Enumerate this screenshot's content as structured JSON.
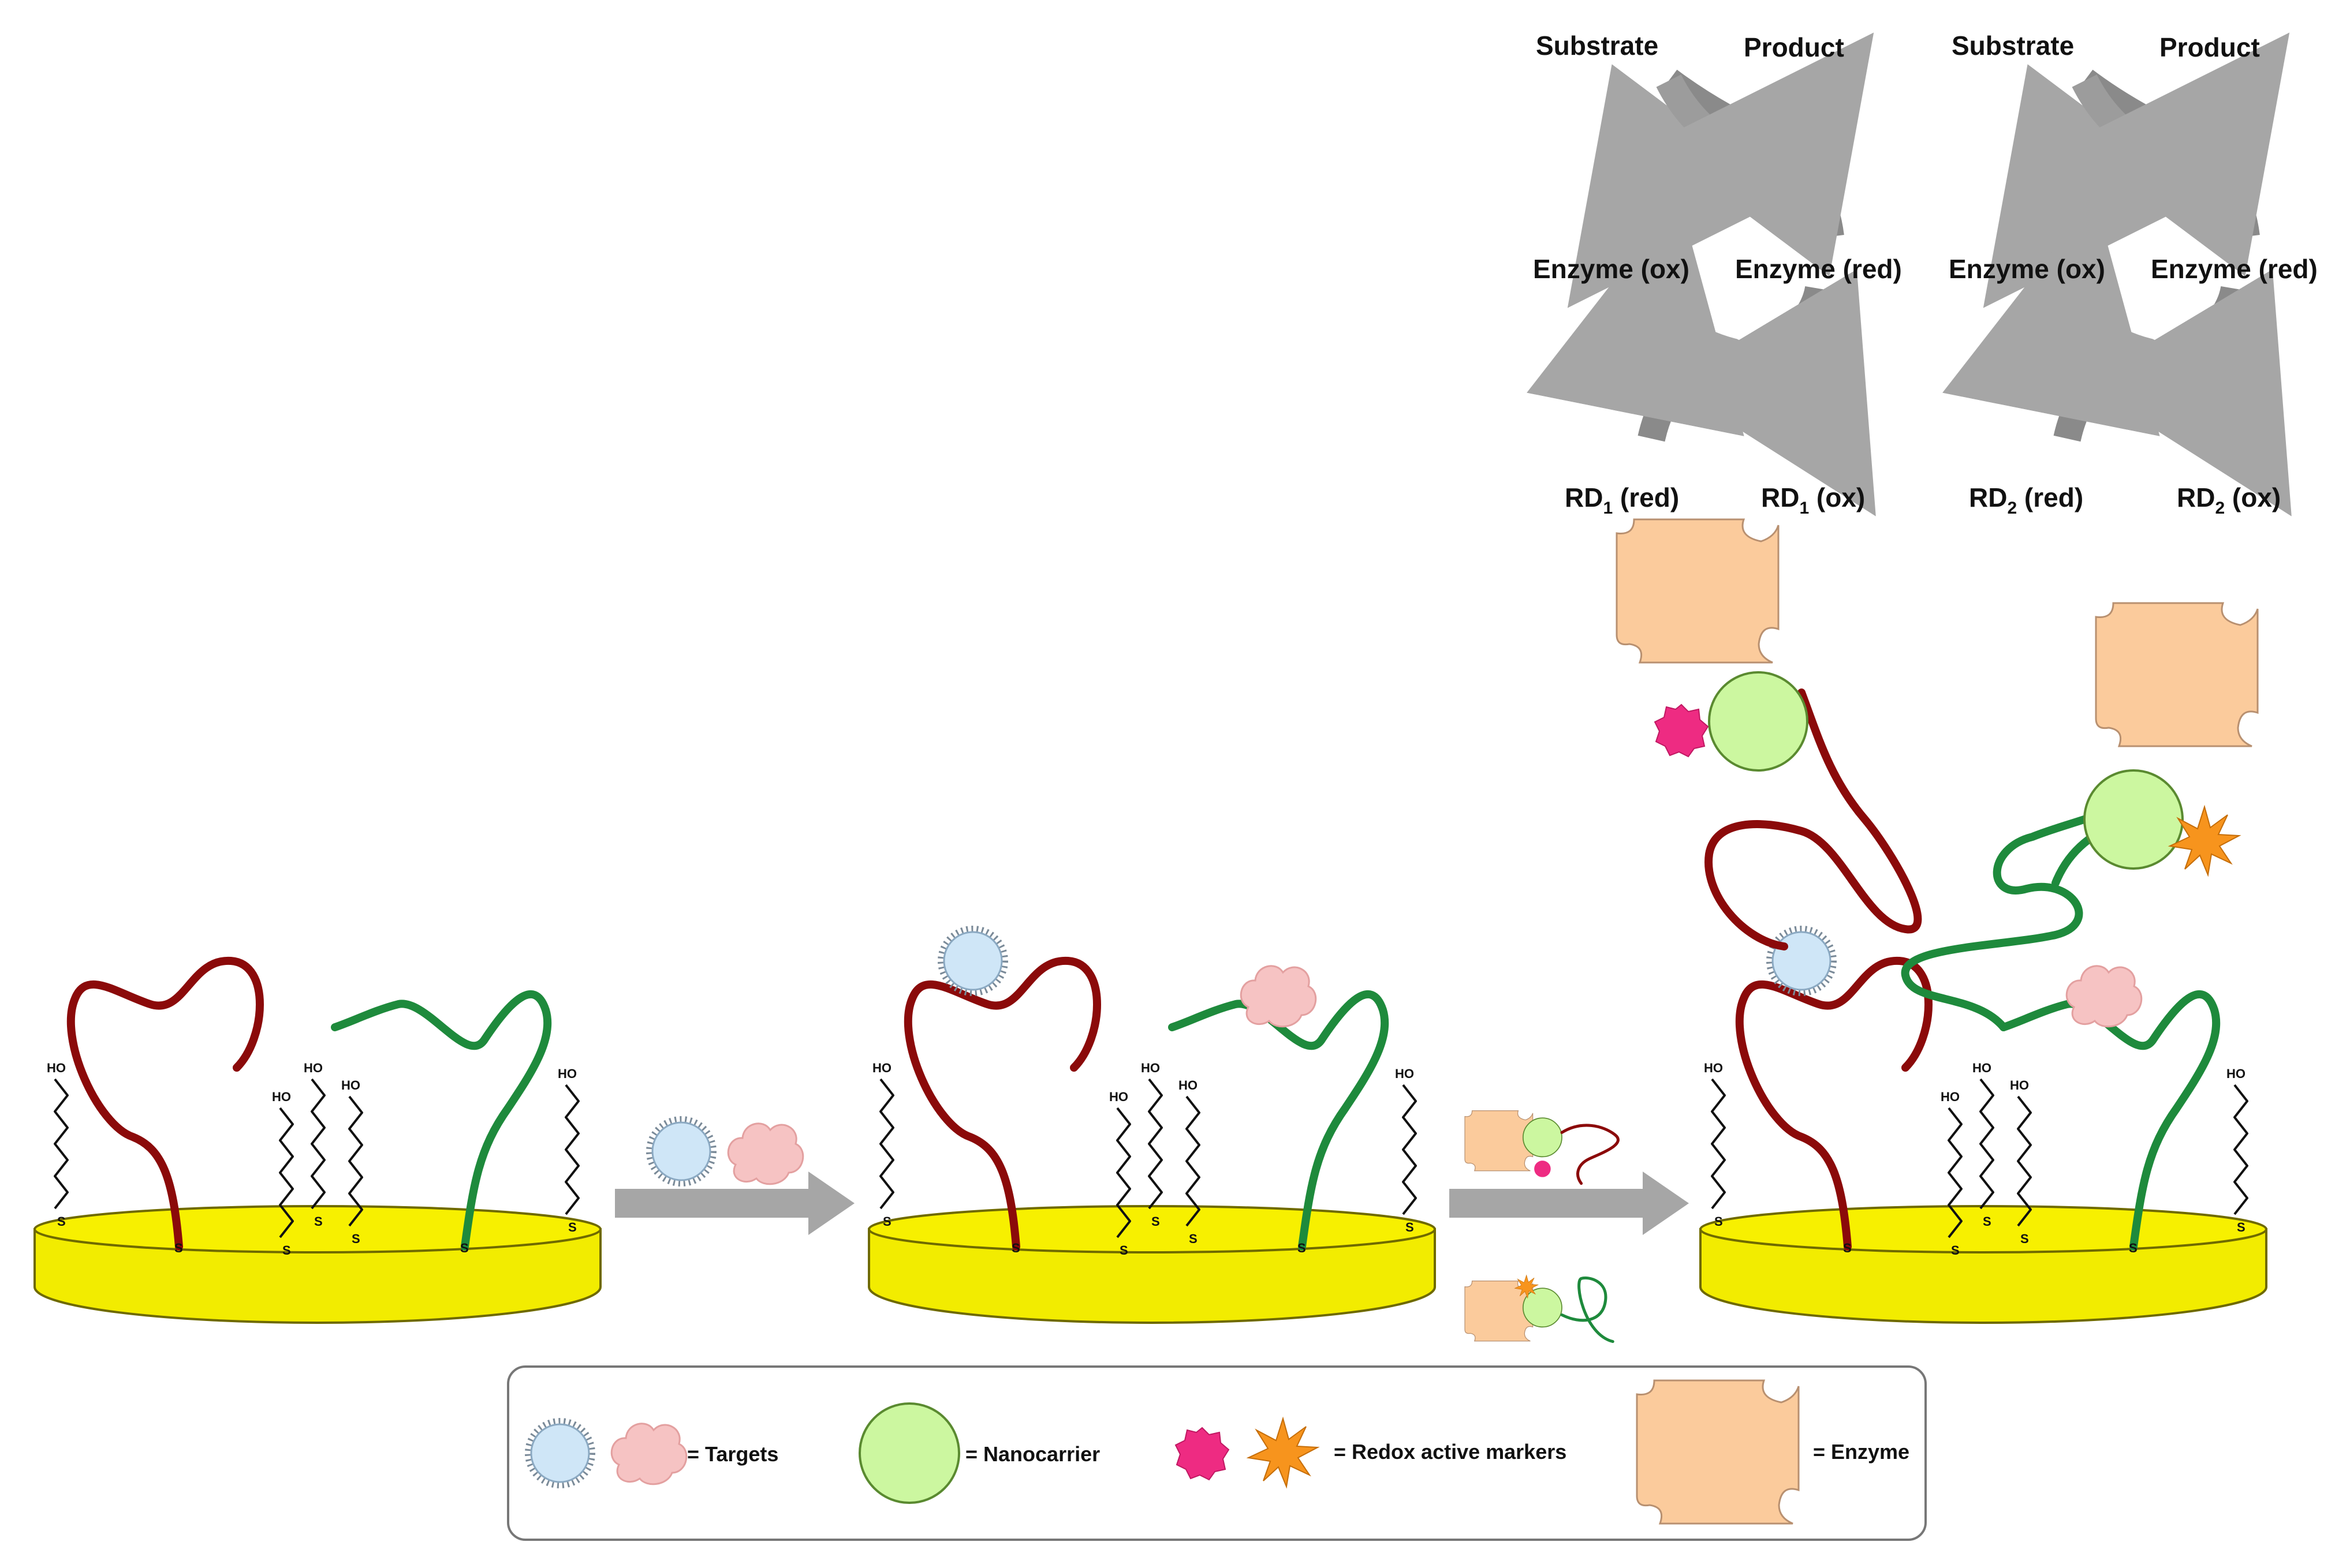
{
  "cycles": [
    {
      "substrate": "Substrate",
      "product": "Product",
      "enzyme_ox": "Enzyme (ox)",
      "enzyme_red": "Enzyme (red)",
      "rd_red": {
        "base": "RD",
        "sub": "1",
        "tail": " (red)"
      },
      "rd_ox": {
        "base": "RD",
        "sub": "1",
        "tail": " (ox)"
      }
    },
    {
      "substrate": "Substrate",
      "product": "Product",
      "enzyme_ox": "Enzyme (ox)",
      "enzyme_red": "Enzyme (red)",
      "rd_red": {
        "base": "RD",
        "sub": "2",
        "tail": " (red)"
      },
      "rd_ox": {
        "base": "RD",
        "sub": "2",
        "tail": " (ox)"
      }
    }
  ],
  "linker_label": "HO",
  "anchor_label": "S",
  "legend": {
    "targets": "= Targets",
    "nanocarrier": "= Nanocarrier",
    "markers": "= Redox active markers",
    "enzyme": "= Enzyme"
  },
  "colors": {
    "gold": "#f2ec00",
    "gold_edge": "#6f6a00",
    "probe_red": "#8b0a0a",
    "probe_green": "#1e8a3c",
    "target_blue": "#cfe6f7",
    "target_pink": "#f6c3c3",
    "nanocarrier": "#ccf7a0",
    "marker_magenta": "#ee2b82",
    "marker_orange": "#f7941d",
    "enzyme": "#fbcb9c",
    "arrow_grey": "#a6a6a6"
  }
}
